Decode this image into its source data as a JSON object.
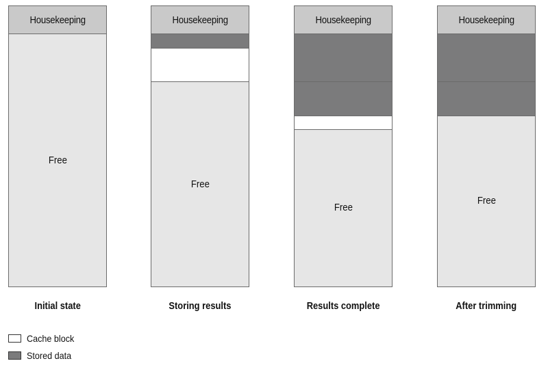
{
  "states": [
    {
      "caption": "Initial state",
      "housekeeping_label": "Housekeeping",
      "free_label": "Free",
      "segments": []
    },
    {
      "caption": "Storing results",
      "housekeeping_label": "Housekeeping",
      "free_label": "Free",
      "segments": [
        "stored",
        "cache"
      ]
    },
    {
      "caption": "Results complete",
      "housekeeping_label": "Housekeeping",
      "free_label": "Free",
      "segments": [
        "stored",
        "stored",
        "cache"
      ]
    },
    {
      "caption": "After trimming",
      "housekeeping_label": "Housekeeping",
      "free_label": "Free",
      "segments": [
        "stored",
        "stored"
      ]
    }
  ],
  "legend": [
    {
      "label": "Cache block",
      "swatch": "cache",
      "color": "#ffffff"
    },
    {
      "label": "Stored data",
      "swatch": "stored",
      "color": "#7b7b7c"
    }
  ],
  "colors": {
    "housekeeping": "#c9c9c9",
    "free": "#e6e6e6",
    "stored": "#7b7b7c",
    "cache": "#ffffff",
    "border": "#6b6b6b"
  }
}
